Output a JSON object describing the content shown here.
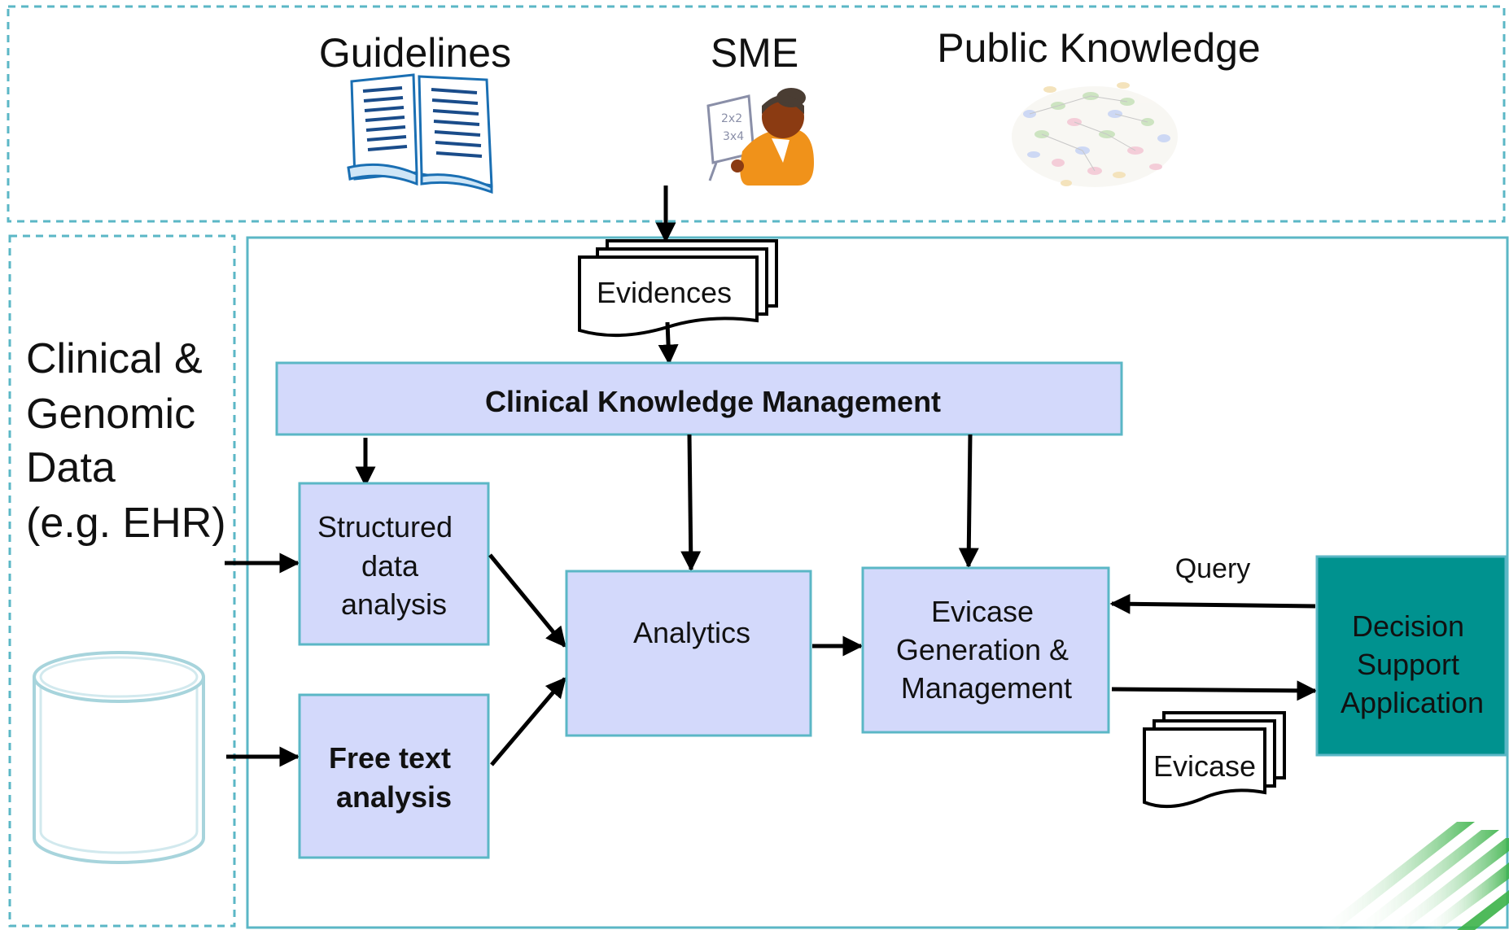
{
  "sources": {
    "guidelines_label": "Guidelines",
    "sme_label": "SME",
    "public_knowledge_label": "Public Knowledge"
  },
  "data_source": {
    "line1": "Clinical &",
    "line2": "Genomic",
    "line3": "Data",
    "line4": "(e.g. EHR)"
  },
  "evidences_label": "Evidences",
  "ckm_label": "Clinical Knowledge Management",
  "structured": {
    "line1": "Structured",
    "line2": "data",
    "line3": "analysis"
  },
  "freetext": {
    "line1": "Free text",
    "line2": "analysis"
  },
  "analytics_label": "Analytics",
  "evicase_gen": {
    "line1": "Evicase",
    "line2": "Generation &",
    "line3": "Management"
  },
  "query_label": "Query",
  "evicase_doc_label": "Evicase",
  "dsa": {
    "line1": "Decision",
    "line2": "Support",
    "line3": "Application"
  },
  "colors": {
    "process_fill": "#d3d9fb",
    "process_stroke": "#5bb7c6",
    "frame_stroke": "#5bb7c6",
    "dsa_fill": "#00928f",
    "arrow": "#000000"
  },
  "icons": {
    "guidelines": "open-book-icon",
    "sme": "teacher-icon",
    "public_knowledge": "knowledge-graph-icon",
    "database": "database-cylinder-icon"
  }
}
